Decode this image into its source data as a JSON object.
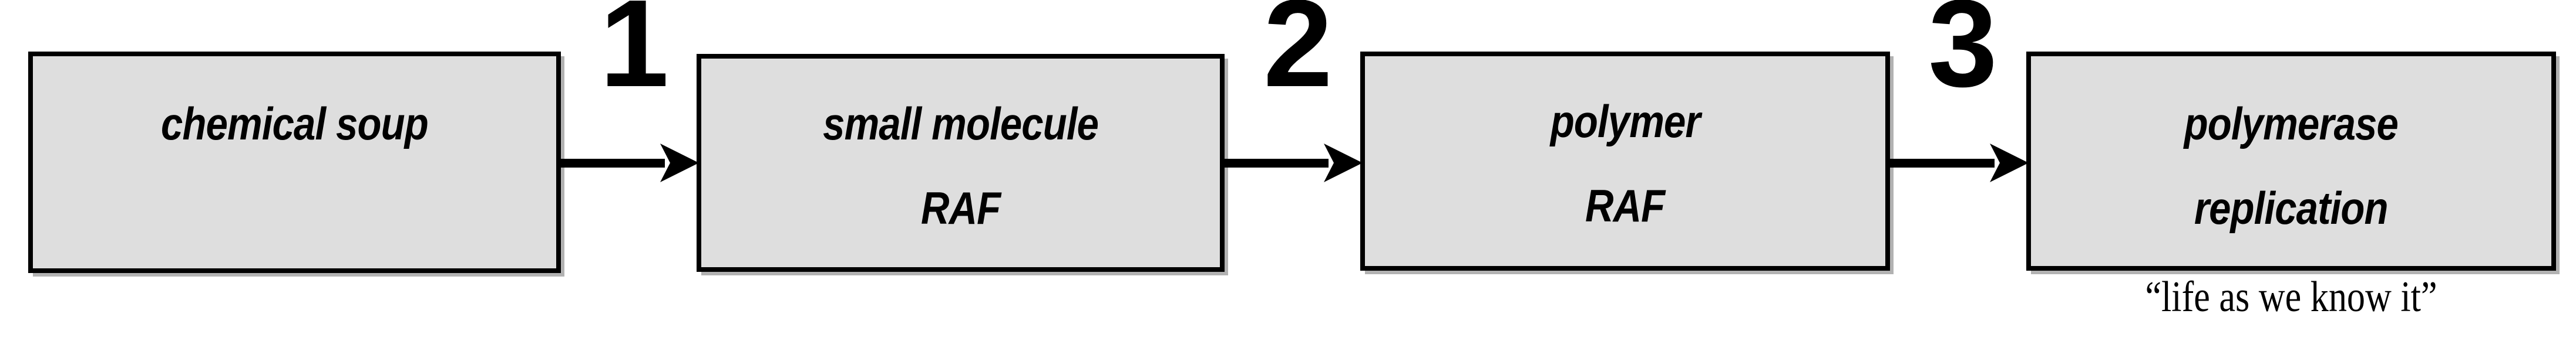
{
  "diagram": {
    "title": "Stepwise origin-of-life progression flow diagram",
    "background_color": "#ffffff",
    "box_fill_color": "#dedede",
    "box_border_color": "#000000",
    "text_color": "#000000",
    "stages": [
      {
        "id": "chemical-soup",
        "lines": [
          "chemical soup"
        ]
      },
      {
        "id": "small-molecule-raf",
        "lines": [
          "small molecule",
          "RAF"
        ]
      },
      {
        "id": "polymer-raf",
        "lines": [
          "polymer",
          "RAF"
        ]
      },
      {
        "id": "polymerase-replication",
        "lines": [
          "polymerase",
          "replication"
        ]
      }
    ],
    "transitions": [
      {
        "id": "transition-1",
        "label": "1"
      },
      {
        "id": "transition-2",
        "label": "2"
      },
      {
        "id": "transition-3",
        "label": "3"
      }
    ],
    "caption": "“life as we know it”"
  }
}
